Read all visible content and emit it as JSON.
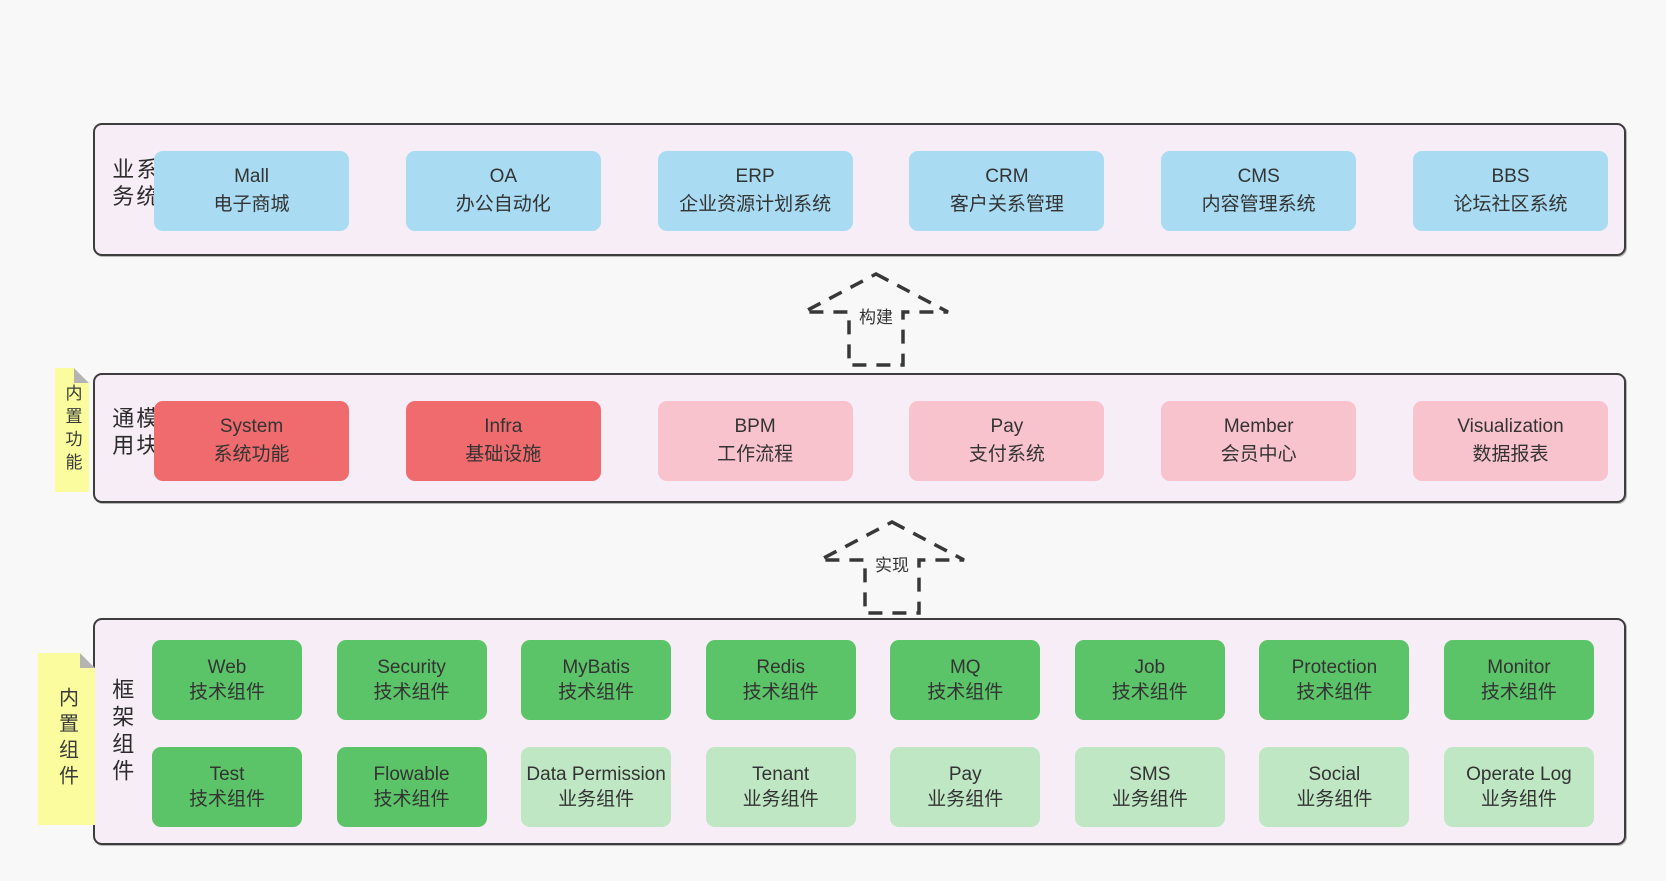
{
  "colors": {
    "page_bg": "#f8f8f8",
    "band_fill": "#f7edf6",
    "band_border": "#3d3d3d",
    "blue_box": "#a9dcf2",
    "red_box": "#f06b6d",
    "pink_box": "#f9c3cd",
    "green_box": "#5cc468",
    "light_green_box": "#bfe7c4",
    "sticky_yellow": "#fafc9d",
    "sticky_fold_gray": "#b4b4b4"
  },
  "arrows": [
    {
      "label": "构建"
    },
    {
      "label": "实现"
    }
  ],
  "stickies": [
    {
      "label": "内置功能"
    },
    {
      "label": "内置组件"
    }
  ],
  "bands": [
    {
      "label": "业务系统",
      "boxes": [
        {
          "name": "Mall",
          "desc": "电子商城"
        },
        {
          "name": "OA",
          "desc": "办公自动化"
        },
        {
          "name": "ERP",
          "desc": "企业资源计划系统"
        },
        {
          "name": "CRM",
          "desc": "客户关系管理"
        },
        {
          "name": "CMS",
          "desc": "内容管理系统"
        },
        {
          "name": "BBS",
          "desc": "论坛社区系统"
        }
      ]
    },
    {
      "label": "通用模块",
      "boxes": [
        {
          "name": "System",
          "desc": "系统功能"
        },
        {
          "name": "Infra",
          "desc": "基础设施"
        },
        {
          "name": "BPM",
          "desc": "工作流程"
        },
        {
          "name": "Pay",
          "desc": "支付系统"
        },
        {
          "name": "Member",
          "desc": "会员中心"
        },
        {
          "name": "Visualization",
          "desc": "数据报表"
        }
      ]
    },
    {
      "label": "框架组件",
      "rows": [
        [
          {
            "name": "Web",
            "desc": "技术组件"
          },
          {
            "name": "Security",
            "desc": "技术组件"
          },
          {
            "name": "MyBatis",
            "desc": "技术组件"
          },
          {
            "name": "Redis",
            "desc": "技术组件"
          },
          {
            "name": "MQ",
            "desc": "技术组件"
          },
          {
            "name": "Job",
            "desc": "技术组件"
          },
          {
            "name": "Protection",
            "desc": "技术组件"
          },
          {
            "name": "Monitor",
            "desc": "技术组件"
          }
        ],
        [
          {
            "name": "Test",
            "desc": "技术组件"
          },
          {
            "name": "Flowable",
            "desc": "技术组件"
          },
          {
            "name": "Data Permission",
            "desc": "业务组件"
          },
          {
            "name": "Tenant",
            "desc": "业务组件"
          },
          {
            "name": "Pay",
            "desc": "业务组件"
          },
          {
            "name": "SMS",
            "desc": "业务组件"
          },
          {
            "name": "Social",
            "desc": "业务组件"
          },
          {
            "name": "Operate Log",
            "desc": "业务组件"
          }
        ]
      ]
    }
  ]
}
